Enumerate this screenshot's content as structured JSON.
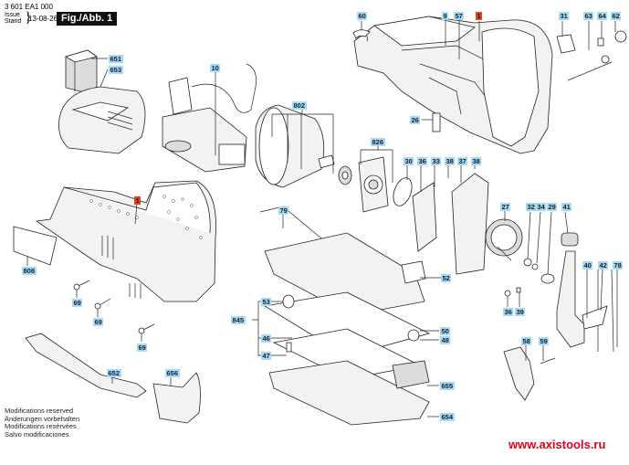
{
  "header": {
    "document_code": "3 601 EA1 000",
    "issue_label_en": "Issue",
    "issue_label_de": "Stand",
    "issue_date": "13-08-26",
    "figure_label": "Fig./Abb. 1"
  },
  "footer": {
    "notes": [
      "Modifications reserved",
      "Änderungen vorbehalten",
      "Modifications resérvées",
      "Salvo modificaciones"
    ],
    "website": "www.axistools.ru"
  },
  "colors": {
    "label_bg": "#a6dcf0",
    "label_highlight_bg": "#d9481f",
    "website_text": "#e3001b",
    "figure_badge_bg": "#111111"
  },
  "part_labels": [
    {
      "id": "651",
      "highlight": false
    },
    {
      "id": "653",
      "highlight": false
    },
    {
      "id": "10",
      "highlight": false
    },
    {
      "id": "802",
      "highlight": false
    },
    {
      "id": "826",
      "highlight": false
    },
    {
      "id": "60",
      "highlight": false
    },
    {
      "id": "9",
      "highlight": false
    },
    {
      "id": "57",
      "highlight": false
    },
    {
      "id": "1",
      "highlight": true
    },
    {
      "id": "31",
      "highlight": false
    },
    {
      "id": "63",
      "highlight": false
    },
    {
      "id": "64",
      "highlight": false
    },
    {
      "id": "62",
      "highlight": false
    },
    {
      "id": "26",
      "highlight": false
    },
    {
      "id": "30",
      "highlight": false
    },
    {
      "id": "36",
      "highlight": false
    },
    {
      "id": "33",
      "highlight": false
    },
    {
      "id": "38",
      "highlight": false
    },
    {
      "id": "37",
      "highlight": false
    },
    {
      "id": "38",
      "highlight": false
    },
    {
      "id": "27",
      "highlight": false
    },
    {
      "id": "32",
      "highlight": false
    },
    {
      "id": "34",
      "highlight": false
    },
    {
      "id": "29",
      "highlight": false
    },
    {
      "id": "41",
      "highlight": false
    },
    {
      "id": "40",
      "highlight": false
    },
    {
      "id": "42",
      "highlight": false
    },
    {
      "id": "78",
      "highlight": false
    },
    {
      "id": "1",
      "highlight": true
    },
    {
      "id": "808",
      "highlight": false
    },
    {
      "id": "69",
      "highlight": false
    },
    {
      "id": "69",
      "highlight": false
    },
    {
      "id": "69",
      "highlight": false
    },
    {
      "id": "79",
      "highlight": false
    },
    {
      "id": "52",
      "highlight": false
    },
    {
      "id": "53",
      "highlight": false
    },
    {
      "id": "845",
      "highlight": false
    },
    {
      "id": "46",
      "highlight": false
    },
    {
      "id": "47",
      "highlight": false
    },
    {
      "id": "50",
      "highlight": false
    },
    {
      "id": "48",
      "highlight": false
    },
    {
      "id": "36",
      "highlight": false
    },
    {
      "id": "39",
      "highlight": false
    },
    {
      "id": "58",
      "highlight": false
    },
    {
      "id": "59",
      "highlight": false
    },
    {
      "id": "655",
      "highlight": false
    },
    {
      "id": "654",
      "highlight": false
    },
    {
      "id": "652",
      "highlight": false
    },
    {
      "id": "656",
      "highlight": false
    }
  ]
}
